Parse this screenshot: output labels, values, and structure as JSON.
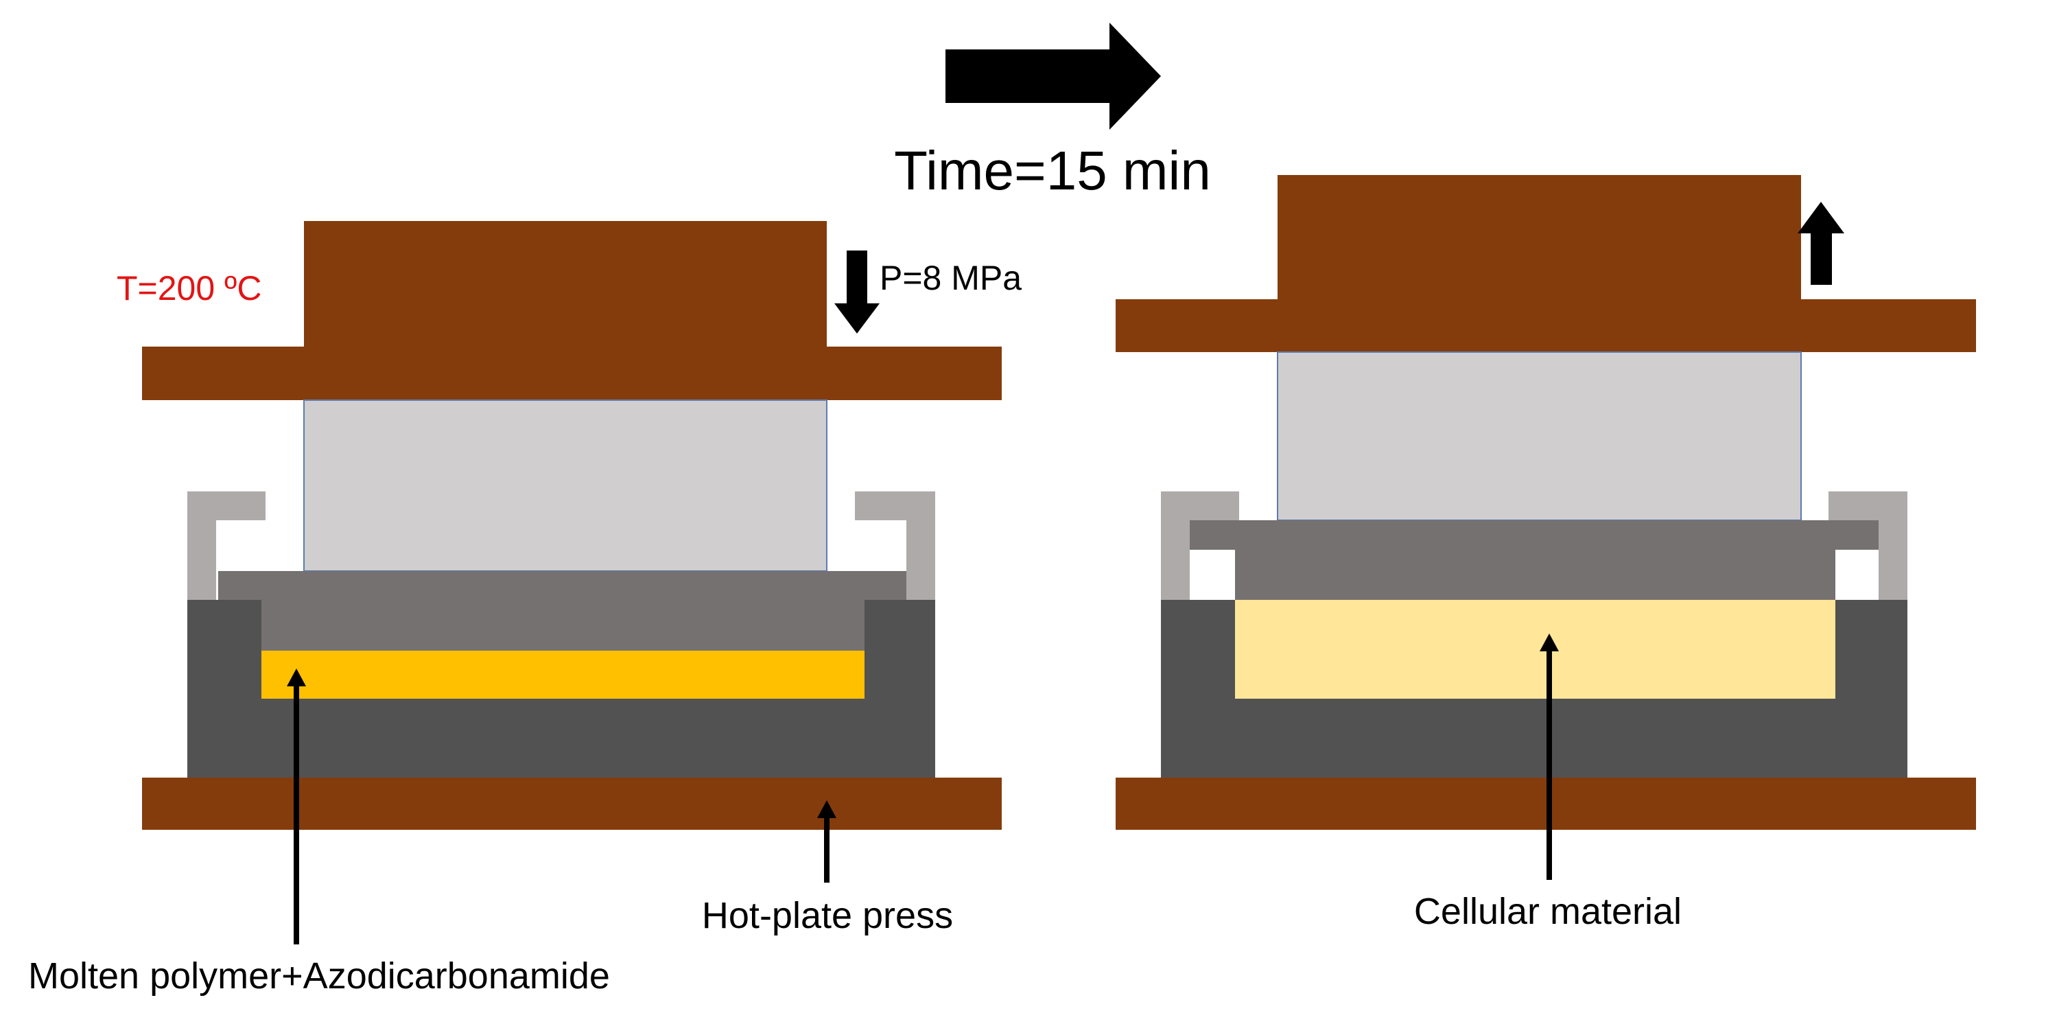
{
  "process": {
    "time_label": "Time=15 min"
  },
  "left_stage": {
    "temperature_label": "T=200 ºC",
    "pressure_label": "P=8 MPa",
    "press_label": "Hot-plate press",
    "polymer_label": "Molten polymer+Azodicarbonamide"
  },
  "right_stage": {
    "material_label": "Cellular material"
  },
  "colors": {
    "press_plate": "#843c0c",
    "mold_body": "#525252",
    "mold_lid": "#767171",
    "piston": "#d0cece",
    "clamp": "#aeaaaa",
    "molten_polymer": "#ffc000",
    "cellular_material": "#ffe699",
    "arrow": "#000000",
    "temperature_text": "#e31414",
    "label_text": "#000000"
  },
  "icons": {
    "process_arrow": "right-arrow-icon",
    "press_down": "down-arrow-icon",
    "press_up": "up-arrow-icon"
  }
}
